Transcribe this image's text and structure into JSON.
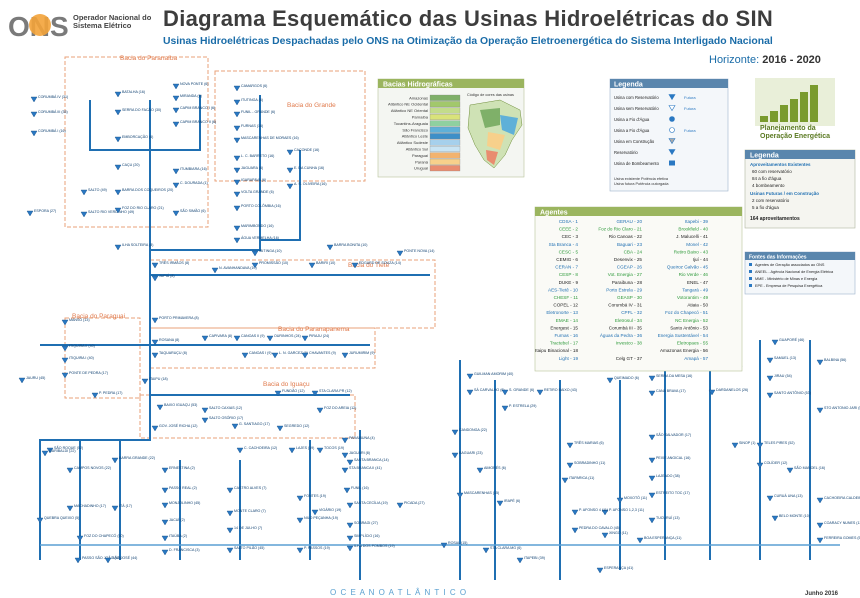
{
  "header": {
    "title": "Diagrama Esquemático das Usinas Hidroelétricas do SIN",
    "subtitle": "Usinas Hidroelétricas Despachadas pelo ONS na Otimização da Operação Eletroenergética do Sistema Interligado Nacional",
    "horizon_label": "Horizonte:",
    "horizon_value": "2016 - 2020",
    "logo_text": "ONS",
    "logo_name": "Operador Nacional do Sistema Elétrico"
  },
  "basins": {
    "parana_label": "Bacia do Paranaíba",
    "grande_label": "Bacia do Grande",
    "tiete_label": "Bacia do Tietê",
    "paranapanema_label": "Bacia do Paranapanema",
    "paraguai_label": "Bacia do Paraguai",
    "iguacu_label": "Bacia do Iguaçu"
  },
  "bacias_panel": {
    "title": "Bacias Hidrográficas",
    "map_caption": "Código de cores das usinas",
    "items": [
      "Amazonas",
      "Atlântico NE Ocidental",
      "Atlântico NE Oriental",
      "Parnaíba",
      "Tocantins-Araguaia",
      "São Francisco",
      "Atlântico Leste",
      "Atlântico Sudeste",
      "Atlântico Sul",
      "Paraguai",
      "Paraná",
      "Uruguai"
    ],
    "colors": [
      "#7fb069",
      "#a2c86b",
      "#c3dc8b",
      "#d9e37a",
      "#8fd0a0",
      "#5fb0d8",
      "#3d8fc8",
      "#a6d0ec",
      "#c8e4f4",
      "#f2b36f",
      "#f7d08b",
      "#e98c6f"
    ]
  },
  "legenda1": {
    "title": "Legenda",
    "items": [
      "Usina com Reservatório",
      "Usina sem Reservatório",
      "Usina a Fio d'Água",
      "Usina a Fio d'Água",
      "Usina em Construção",
      "Reservatório",
      "Usina de Bombeamento"
    ],
    "future_labels": [
      "Futura",
      "Futura",
      "Futura"
    ],
    "foot": [
      "Usina existente   Potência efetiva",
      "Usina futura   Potência outorgada"
    ]
  },
  "planejamento": {
    "line1": "Planejamento da",
    "line2": "Operação Energética"
  },
  "legenda2": {
    "title": "Legenda",
    "section1": "Aproveitamentos Existentes",
    "rows1": [
      "60  com reservatório",
      "84  a fio d'água",
      "4  bombeamento"
    ],
    "section2": "Usinas Futuras / em Construção",
    "rows2": [
      "2  com reservatório",
      "5  a fio d'água"
    ],
    "total": "164  aproveitamentos"
  },
  "fontes": {
    "title": "Fontes das Informações",
    "items": [
      "Agentes de Geração associados ao ONS",
      "ANEEL - Agência Nacional de Energia Elétrica",
      "MME - Ministério de Minas e Energia",
      "EPE - Empresa de Pesquisa Energética"
    ]
  },
  "agentes": {
    "title": "Agentes",
    "col1": [
      "CDSA - 1",
      "CEEE - 2",
      "CEC - 3",
      "Sta Branca - 4",
      "CESC - 5",
      "CEMIG - 6",
      "CERAN - 7",
      "CESP - 8",
      "DUKE - 9",
      "AES-Tietê - 10",
      "CHESF - 11",
      "COPEL - 12",
      "Eletronorte - 13",
      "EMAE - 14",
      "Energest - 15",
      "Furnas - 16",
      "Tractebel - 17",
      "Itaipu Binacional - 18",
      "Light - 19"
    ],
    "col2": [
      "GERAU - 20",
      "Foz do Rio Claro - 21",
      "Rio Canoas - 22",
      "Baguari - 23",
      "CBA - 24",
      "Desenvix - 25",
      "CGEAP - 26",
      "Vot. Energia - 27",
      "Paraibuna - 28",
      "Porto Estrela - 29",
      "GEASP - 30",
      "Corumbá IV - 31",
      "CPFL - 32",
      "Eletrosul - 34",
      "Corumbá III - 35",
      "Águas da Pedra - 36",
      "Investco - 38"
    ],
    "col3": [
      "Itapebi - 39",
      "Brookfield - 40",
      "J. Malucelli - 41",
      "Monel - 42",
      "Retiro Baixo - 43",
      "Ijuí - 44",
      "Queiroz Galvão - 45",
      "Rio Verde - 46",
      "ENEL - 47",
      "Tangará - 49",
      "Votorantim - 49",
      "Atiaia - 50",
      "Foz do Chapecó - 51",
      "NC Energia - 52",
      "Santo Antônio - 53",
      "Energia Sustentável - 54",
      "Eletropaes - 55",
      "Amazonas Energia - 56",
      "Amapá - 57"
    ],
    "col4": [
      "Celg GT - 37"
    ]
  },
  "ocean": "O C E A N O     A T L Â N T I C O",
  "date": "Junho 2016",
  "plants": [
    [
      "CORUMBÁ IV (31)",
      34,
      99
    ],
    [
      "CORUMBÁ III (35)",
      34,
      114
    ],
    [
      "CORUMBÁ I (16)",
      34,
      133
    ],
    [
      "BATALHA (16)",
      118,
      94
    ],
    [
      "SERRA DO FACÃO (30)",
      118,
      112
    ],
    [
      "EMBORCAÇÃO (6)",
      118,
      139
    ],
    [
      "NOVA PONTE (6)",
      176,
      86
    ],
    [
      "MIRANDA (6)",
      176,
      98
    ],
    [
      "CAPIM BRANCO I (6)",
      176,
      110
    ],
    [
      "CAPIM BRANCO II (6)",
      176,
      124
    ],
    [
      "CAMARGOS (6)",
      237,
      88
    ],
    [
      "ITUTINGA (6)",
      237,
      102
    ],
    [
      "FUNIL - GRANDE (6)",
      237,
      114
    ],
    [
      "FURNAS (16)",
      237,
      128
    ],
    [
      "MASCARENHAS DE MORAES (16)",
      237,
      140
    ],
    [
      "L. C. BARRETO (16)",
      237,
      158
    ],
    [
      "JAGUARA (6)",
      237,
      170
    ],
    [
      "IGARAPAVA (6)",
      237,
      182
    ],
    [
      "VOLTA GRANDE (6)",
      237,
      194
    ],
    [
      "PORTO COLÔMBIA (16)",
      237,
      208
    ],
    [
      "MARIMBONDO (16)",
      237,
      228
    ],
    [
      "ÁGUA VERMELHA (16)",
      237,
      240
    ],
    [
      "CAÇU (20)",
      118,
      167
    ],
    [
      "BARRA DOS COQUEIROS (20)",
      118,
      192
    ],
    [
      "ITUMBIARA (16)",
      176,
      171
    ],
    [
      "C. DOURADA (1)",
      176,
      185
    ],
    [
      "SÃO SIMÃO (6)",
      176,
      213
    ],
    [
      "SALTO (49)",
      84,
      192
    ],
    [
      "SALTO RIO VERDINHO (49)",
      84,
      214
    ],
    [
      "ESPORA (27)",
      30,
      213
    ],
    [
      "FOZ DO RIO CLARO (21)",
      118,
      210
    ],
    [
      "CACONDE (16)",
      290,
      152
    ],
    [
      "E. DA CUNHA (16)",
      290,
      170
    ],
    [
      "A. S. OLIVEIRA (16)",
      290,
      186
    ],
    [
      "ILHA SOLTEIRA (8)",
      118,
      247
    ],
    [
      "TRÊS IRMÃOS (8)",
      155,
      265
    ],
    [
      "JUPIÁ (8)",
      155,
      278
    ],
    [
      "PORTO PRIMAVERA (8)",
      155,
      320
    ],
    [
      "N. AVANHANDAVA (10)",
      215,
      270
    ],
    [
      "PROMISSÃO (10)",
      255,
      265
    ],
    [
      "IBITINGA (10)",
      255,
      253
    ],
    [
      "BARRA BONITA (10)",
      330,
      247
    ],
    [
      "BARIRI (10)",
      312,
      265
    ],
    [
      "EDGARD DE SOUZA (14)",
      355,
      265
    ],
    [
      "PONTE NOVA (14)",
      400,
      253
    ],
    [
      "ROSANA (8)",
      155,
      342
    ],
    [
      "TAQUARUÇU (8)",
      155,
      355
    ],
    [
      "CAPIVARA (8)",
      205,
      338
    ],
    [
      "CANOAS II (9)",
      237,
      338
    ],
    [
      "CANOAS I (9)",
      245,
      355
    ],
    [
      "L. N. GARCEZ (9)",
      275,
      355
    ],
    [
      "OURINHOS (24)",
      270,
      338
    ],
    [
      "PIRAJU (24)",
      305,
      338
    ],
    [
      "CHAVANTES (9)",
      305,
      355
    ],
    [
      "JURUMIRIM (9)",
      345,
      355
    ],
    [
      "MANSO (13)",
      65,
      322
    ],
    [
      "ITIQUIRA II (40)",
      65,
      348
    ],
    [
      "ITIQUIRA I (40)",
      65,
      360
    ],
    [
      "PONTE DE PEDRA (17)",
      65,
      375
    ],
    [
      "JAURU (45)",
      22,
      380
    ],
    [
      "P. PEDRA (17)",
      95,
      395
    ],
    [
      "ITAIPU (18)",
      145,
      381
    ],
    [
      "BAIXO IGUAÇU (53)",
      160,
      407
    ],
    [
      "SALTO CAXIAS (12)",
      205,
      410
    ],
    [
      "SALTO OSÓRIO (17)",
      205,
      420
    ],
    [
      "GOV. JOSÉ RICHA (12)",
      155,
      428
    ],
    [
      "G. SANTIAGO (17)",
      235,
      426
    ],
    [
      "SEGREDO (12)",
      280,
      428
    ],
    [
      "FUNDÃO (12)",
      278,
      393
    ],
    [
      "STA CLARA PR (12)",
      315,
      393
    ],
    [
      "FOZ DO AREIA (12)",
      320,
      410
    ],
    [
      "SÃO ROQUE (52)",
      50,
      450
    ],
    [
      "BARRA GRANDE (22)",
      115,
      460
    ],
    [
      "CAMPOS NOVOS (22)",
      70,
      470
    ],
    [
      "MACHADINHO (17)",
      70,
      508
    ],
    [
      "ITÁ (17)",
      115,
      508
    ],
    [
      "QUEBRA QUEIXO (5)",
      40,
      520
    ],
    [
      "FOZ DO CHAPECÓ (50)",
      80,
      538
    ],
    [
      "PASSO SÃO JOÃO (48)",
      78,
      560
    ],
    [
      "SÃO JOSÉ (44)",
      108,
      560
    ],
    [
      "GARIBALDI (22)",
      45,
      453
    ],
    [
      "ERNESTINA (2)",
      165,
      470
    ],
    [
      "PASSO REAL (2)",
      165,
      490
    ],
    [
      "MONJOLINHO (45)",
      165,
      505
    ],
    [
      "JACUÍ (2)",
      165,
      522
    ],
    [
      "ITAÚBA (2)",
      165,
      538
    ],
    [
      "D. FRANCISCA (3)",
      165,
      552
    ],
    [
      "CASTRO ALVES (7)",
      230,
      490
    ],
    [
      "MONTE CLARO (7)",
      230,
      513
    ],
    [
      "14 DE JULHO (7)",
      230,
      530
    ],
    [
      "SALTO PILÃO (45)",
      230,
      550
    ],
    [
      "C. CACHOEIRA (12)",
      240,
      450
    ],
    [
      "ILHA DOS POMBOS (19)",
      350,
      548
    ],
    [
      "SANTA CECÍLIA (19)",
      350,
      505
    ],
    [
      "FONTES (19)",
      300,
      498
    ],
    [
      "NILO PEÇANHA (19)",
      300,
      520
    ],
    [
      "P. PASSOS (19)",
      300,
      550
    ],
    [
      "LAJES (19)",
      292,
      450
    ],
    [
      "FUNIL (16)",
      347,
      490
    ],
    [
      "PICADA (27)",
      400,
      505
    ],
    [
      "SOBRAGI (27)",
      350,
      525
    ],
    [
      "SIMPLÍCIO (16)",
      350,
      538
    ],
    [
      "TOCOS (19)",
      320,
      450
    ],
    [
      "VIGÁRIO (19)",
      315,
      512
    ],
    [
      "SANTA BRANCA (14)",
      350,
      462
    ],
    [
      "PARAIBUNA (4)",
      345,
      440
    ],
    [
      "JAGUARI (8)",
      345,
      455
    ],
    [
      "STA BRANCA II (41)",
      345,
      470
    ],
    [
      "GUILMAN AMORIM (40)",
      470,
      376
    ],
    [
      "SÁ CARVALHO (6)",
      470,
      392
    ],
    [
      "CANDONGA (22)",
      455,
      432
    ],
    [
      "BAGUARI (23)",
      455,
      455
    ],
    [
      "AIMORÉS (6)",
      480,
      470
    ],
    [
      "MASCARENHAS (15)",
      460,
      495
    ],
    [
      "ROSAL (15)",
      444,
      545
    ],
    [
      "STA CLARA MG (6)",
      486,
      550
    ],
    [
      "IRAPÉ (6)",
      500,
      503
    ],
    [
      "ITAPEBI (39)",
      520,
      560
    ],
    [
      "P. ESTRELA (29)",
      505,
      408
    ],
    [
      "S. GRANDE (6)",
      505,
      392
    ],
    [
      "RETIRO BAIXO (43)",
      540,
      392
    ],
    [
      "QUEIMADO (6)",
      610,
      380
    ],
    [
      "TRÊS MARIAS (6)",
      570,
      445
    ],
    [
      "SOBRADINHO (11)",
      570,
      465
    ],
    [
      "ITAPARICA (11)",
      565,
      480
    ],
    [
      "MOXOTÓ (11)",
      620,
      500
    ],
    [
      "P. AFONSO 1,2,3 (11)",
      605,
      512
    ],
    [
      "PEDRA DO CAVALO (45)",
      575,
      530
    ],
    [
      "XINGÓ (11)",
      605,
      535
    ],
    [
      "P. AFONSO 4 (11)",
      575,
      512
    ],
    [
      "ESPERANÇA (41)",
      600,
      570
    ],
    [
      "SERRA DA MESA (16)",
      652,
      378
    ],
    [
      "CANA BRAVA (17)",
      652,
      393
    ],
    [
      "SÃO SALVADOR (17)",
      652,
      437
    ],
    [
      "PEIXE ANGICAL (16)",
      652,
      460
    ],
    [
      "LAJEADO (38)",
      652,
      478
    ],
    [
      "ESTREITO TOC (17)",
      652,
      495
    ],
    [
      "TUCURUÍ (13)",
      652,
      520
    ],
    [
      "BOA ESPERANÇA (11)",
      640,
      540
    ],
    [
      "RONDON II (53)",
      712,
      368
    ],
    [
      "SAMUEL (13)",
      770,
      360
    ],
    [
      "JIRAU (54)",
      770,
      378
    ],
    [
      "SANTO ANTÔNIO (53)",
      770,
      395
    ],
    [
      "DARDANELOS (26)",
      712,
      392
    ],
    [
      "GUAPORÉ (46)",
      775,
      342
    ],
    [
      "BALBINA (56)",
      820,
      362
    ],
    [
      "STO ANTONIO JARI (57)",
      820,
      410
    ],
    [
      "COARACY NUNES (13)",
      820,
      525
    ],
    [
      "FERREIRA GOMES (50)",
      820,
      540
    ],
    [
      "CACHOEIRA CALDEIRÃO (56)",
      820,
      500
    ],
    [
      "TELES PIRES (52)",
      760,
      445
    ],
    [
      "SINOP (1)",
      735,
      445
    ],
    [
      "COLÍDER (12)",
      760,
      465
    ],
    [
      "SÃO MANOEL (16)",
      790,
      470
    ],
    [
      "CURUÁ UNA (13)",
      770,
      498
    ],
    [
      "BELO MONTE (10)",
      775,
      518
    ]
  ]
}
